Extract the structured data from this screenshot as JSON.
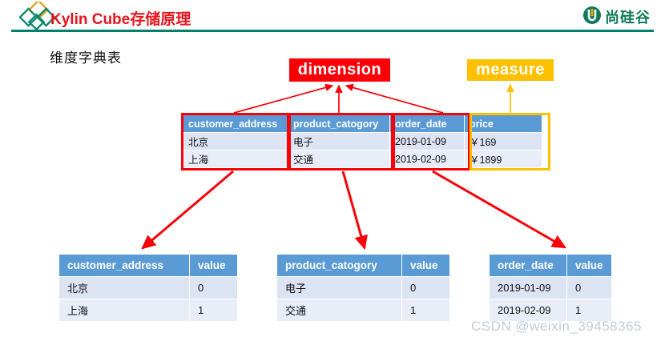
{
  "header": {
    "title": "Kylin Cube存储原理",
    "title_color": "#e8141c",
    "rule_color": "#00806a",
    "left_logo_name": "diamonds-logo",
    "right_logo_text": "尚硅谷",
    "right_logo_color": "#0d7a57"
  },
  "subtitle": "维度字典表",
  "callouts": {
    "dimension": {
      "label": "dimension",
      "color": "#fb0007"
    },
    "measure": {
      "label": "measure",
      "color": "#ffc000"
    }
  },
  "fact_table": {
    "columns": [
      "customer_address",
      "product_catogory",
      "order_date",
      "price"
    ],
    "rows": [
      [
        "北京",
        "电子",
        "2019-01-09",
        "￥169"
      ],
      [
        "上海",
        "交通",
        "2019-02-09",
        "￥1899"
      ]
    ],
    "header_color": "#5b9bd5",
    "dimension_outline_color": "#fb0007",
    "measure_outline_color": "#ffc000"
  },
  "dict_tables": [
    {
      "columns": [
        "customer_address",
        "value"
      ],
      "rows": [
        [
          "北京",
          "0"
        ],
        [
          "上海",
          "1"
        ]
      ]
    },
    {
      "columns": [
        "product_catogory",
        "value"
      ],
      "rows": [
        [
          "电子",
          "0"
        ],
        [
          "交通",
          "1"
        ]
      ]
    },
    {
      "columns": [
        "order_date",
        "value"
      ],
      "rows": [
        [
          "2019-01-09",
          "0"
        ],
        [
          "2019-02-09",
          "1"
        ]
      ]
    }
  ],
  "watermark": "CSDN @weixin_39458365"
}
